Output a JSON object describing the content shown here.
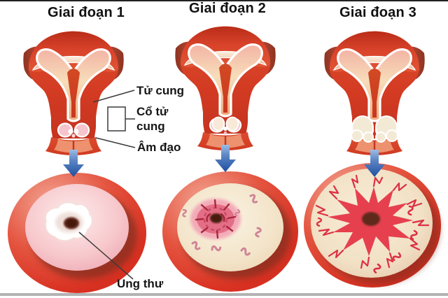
{
  "illustration": {
    "stages": [
      {
        "label": "Giai đoạn 1"
      },
      {
        "label": "Giai đoạn 2"
      },
      {
        "label": "Giai đoạn 3"
      }
    ],
    "labels": {
      "uterus": "Tử cung",
      "cervix": "Cổ tử cung",
      "vagina": "Âm đạo",
      "cancer": "Ung thư"
    },
    "colors": {
      "organ_red": "#d6402a",
      "organ_dark_red": "#9e3a28",
      "cavity_cream": "#f7e0bd",
      "cavity_salmon": "#efa076",
      "circle_ring_red": "#da3123",
      "circle_inner_pink": "#f3b6bd",
      "circle_inner_cream": "#f3e4c9",
      "tumor_white": "#ffffff",
      "tumor_rose": "#e05b76",
      "tumor_red": "#e6404f",
      "tumor_core_brown": "#4a1e10",
      "arrow_blue": "#1e4f9f",
      "label_text": "#151515",
      "divider_gray": "#b3b3b3"
    }
  }
}
